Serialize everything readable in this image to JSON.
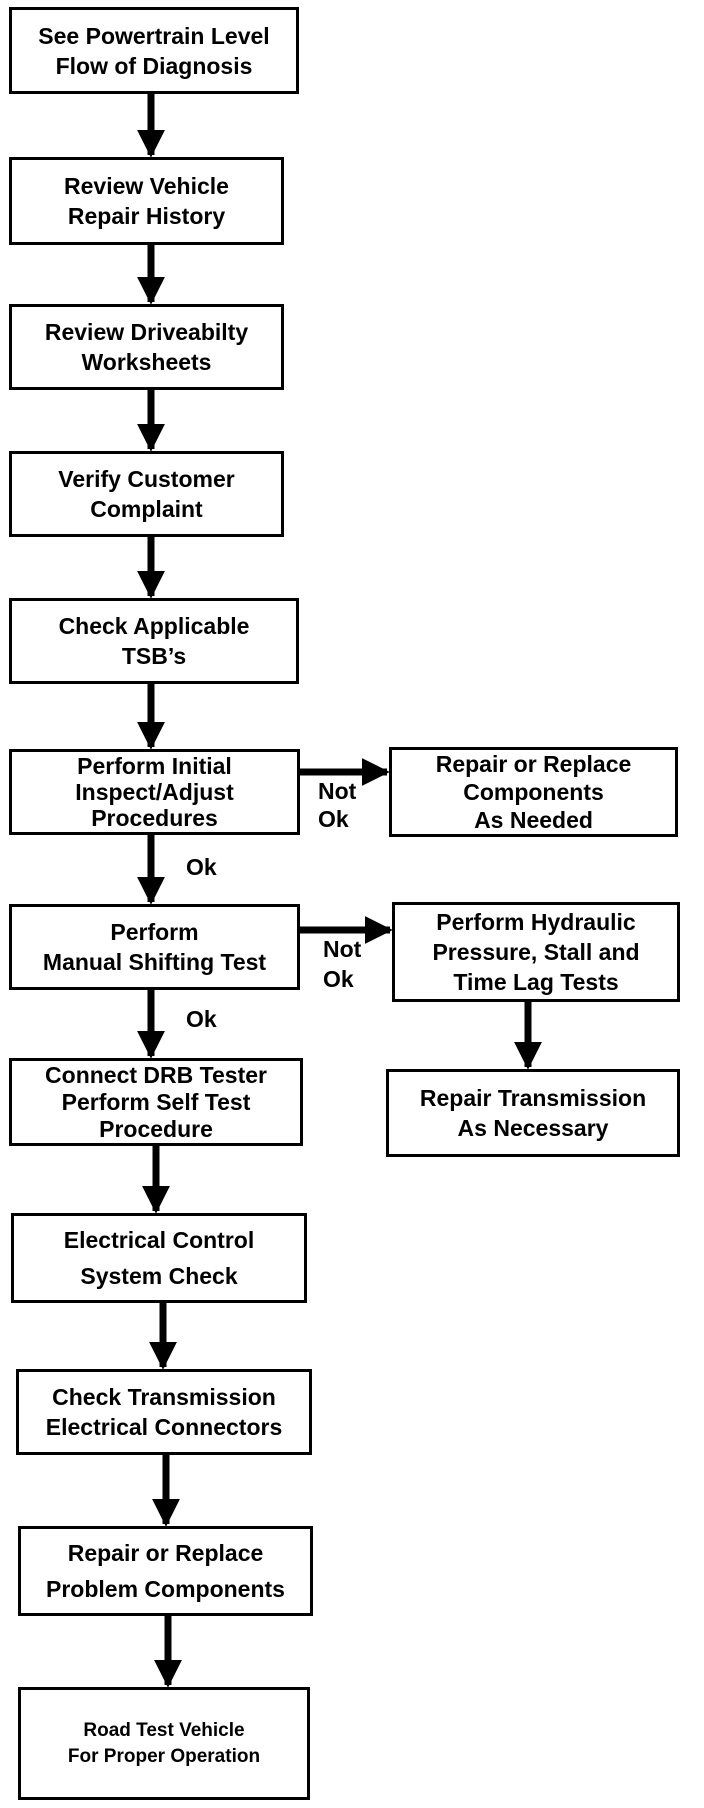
{
  "steps": {
    "see_powertrain": [
      "See Powertrain Level",
      "Flow of Diagnosis"
    ],
    "review_history": [
      "Review Vehicle",
      "Repair History"
    ],
    "review_worksheets": [
      "Review Driveabilty",
      "Worksheets"
    ],
    "verify_complaint": [
      "Verify Customer",
      "Complaint"
    ],
    "check_tsb": [
      "Check Applicable",
      "TSB’s"
    ],
    "initial_inspect": [
      "Perform Initial",
      "Inspect/Adjust",
      "Procedures"
    ],
    "repair_components_needed": [
      "Repair or Replace",
      "Components",
      "As Needed"
    ],
    "manual_shifting": [
      "Perform",
      "Manual Shifting Test"
    ],
    "hydraulic_tests": [
      "Perform Hydraulic",
      "Pressure, Stall and",
      "Time Lag Tests"
    ],
    "repair_transmission": [
      "Repair Transmission",
      "As Necessary"
    ],
    "drb_tester": [
      "Connect DRB Tester",
      "Perform Self Test",
      "Procedure"
    ],
    "electrical_control": [
      "Electrical Control",
      "System Check"
    ],
    "check_connectors": [
      "Check Transmission",
      "Electrical Connectors"
    ],
    "repair_problem": [
      "Repair or Replace",
      "Problem Components"
    ],
    "road_test": [
      "Road Test Vehicle",
      "For Proper Operation"
    ]
  },
  "labels": {
    "not_ok_1": [
      "Not",
      "Ok"
    ],
    "ok_1": "Ok",
    "not_ok_2": [
      "Not",
      "Ok"
    ],
    "ok_2": "Ok"
  }
}
